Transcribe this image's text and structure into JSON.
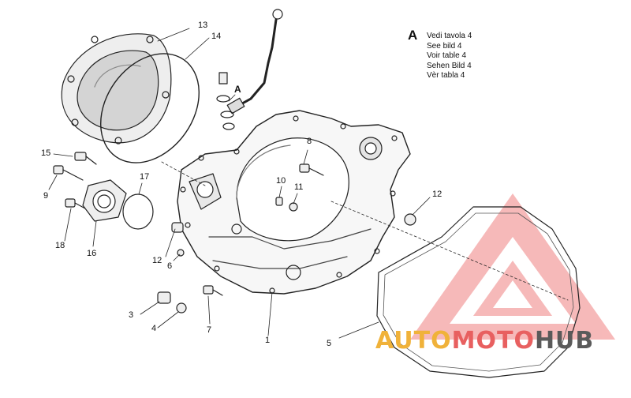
{
  "callouts": {
    "c1": "1",
    "c3": "3",
    "c4": "4",
    "c5": "5",
    "c6": "6",
    "c7": "7",
    "c8": "8",
    "c9": "9",
    "c10": "10",
    "c11": "11",
    "c12a": "12",
    "c12b": "12",
    "c13": "13",
    "c14": "14",
    "c15": "15",
    "c16": "16",
    "c17": "17",
    "c18": "18",
    "detailA": "A"
  },
  "note": {
    "letter": "A",
    "lines": [
      "Vedi tavola 4",
      "See bild 4",
      "Voir table 4",
      "Sehen Bild 4",
      "Vèr tabla 4"
    ]
  },
  "watermark": {
    "part1": "AUTO",
    "part2": "MOTO",
    "part3": "HUB",
    "colors": {
      "auto": "#f0b23a",
      "moto": "#e86060",
      "hub": "#5a5a5a",
      "triangle": "#f08080"
    }
  }
}
